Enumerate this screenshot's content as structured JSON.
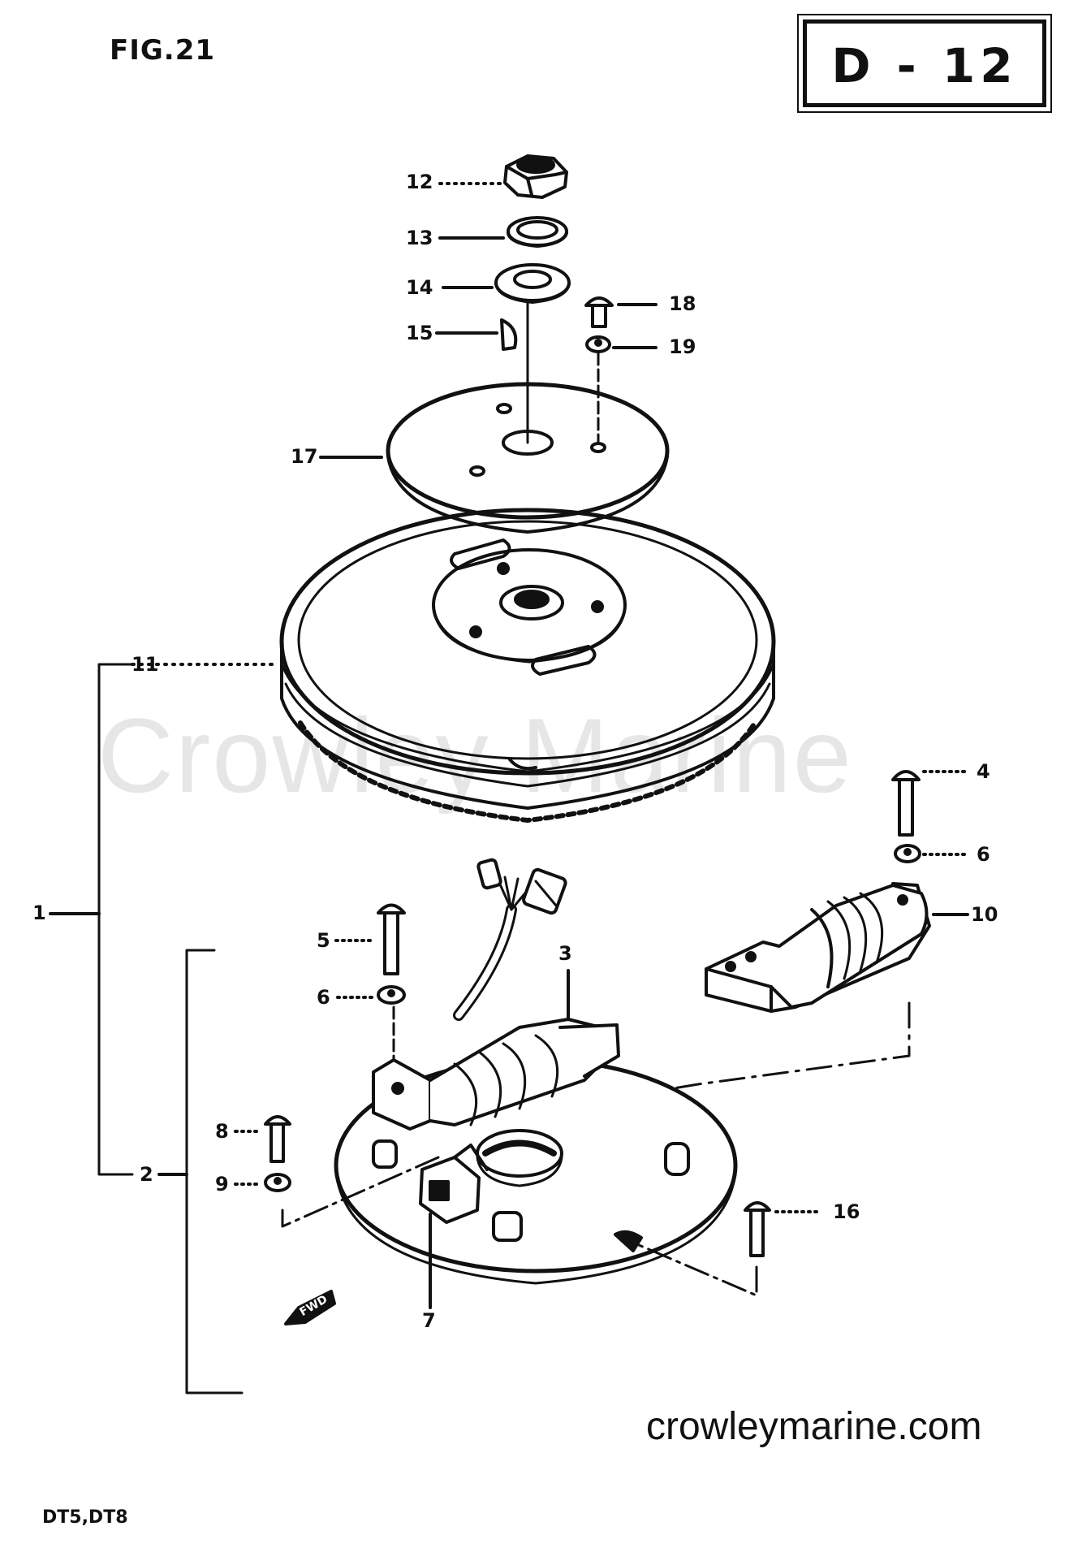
{
  "figure": {
    "title": "FIG.21",
    "page_code": "D - 12"
  },
  "callouts": {
    "c1": "1",
    "c2": "2",
    "c3": "3",
    "c4": "4",
    "c5": "5",
    "c6a": "6",
    "c6b": "6",
    "c7": "7",
    "c8": "8",
    "c9": "9",
    "c10": "10",
    "c11": "11",
    "c12": "12",
    "c13": "13",
    "c14": "14",
    "c15": "15",
    "c16": "16",
    "c17": "17",
    "c18": "18",
    "c19": "19"
  },
  "watermark": "Crowley Marine",
  "website": "crowleymarine.com",
  "models": "DT5,DT8",
  "direction_label": "FWD",
  "icons": [
    "nut-icon",
    "lock-washer-icon",
    "washer-icon",
    "woodruff-key-icon",
    "screw-icon",
    "flywheel-icon",
    "stator-icon",
    "coil-icon",
    "connector-icon"
  ]
}
